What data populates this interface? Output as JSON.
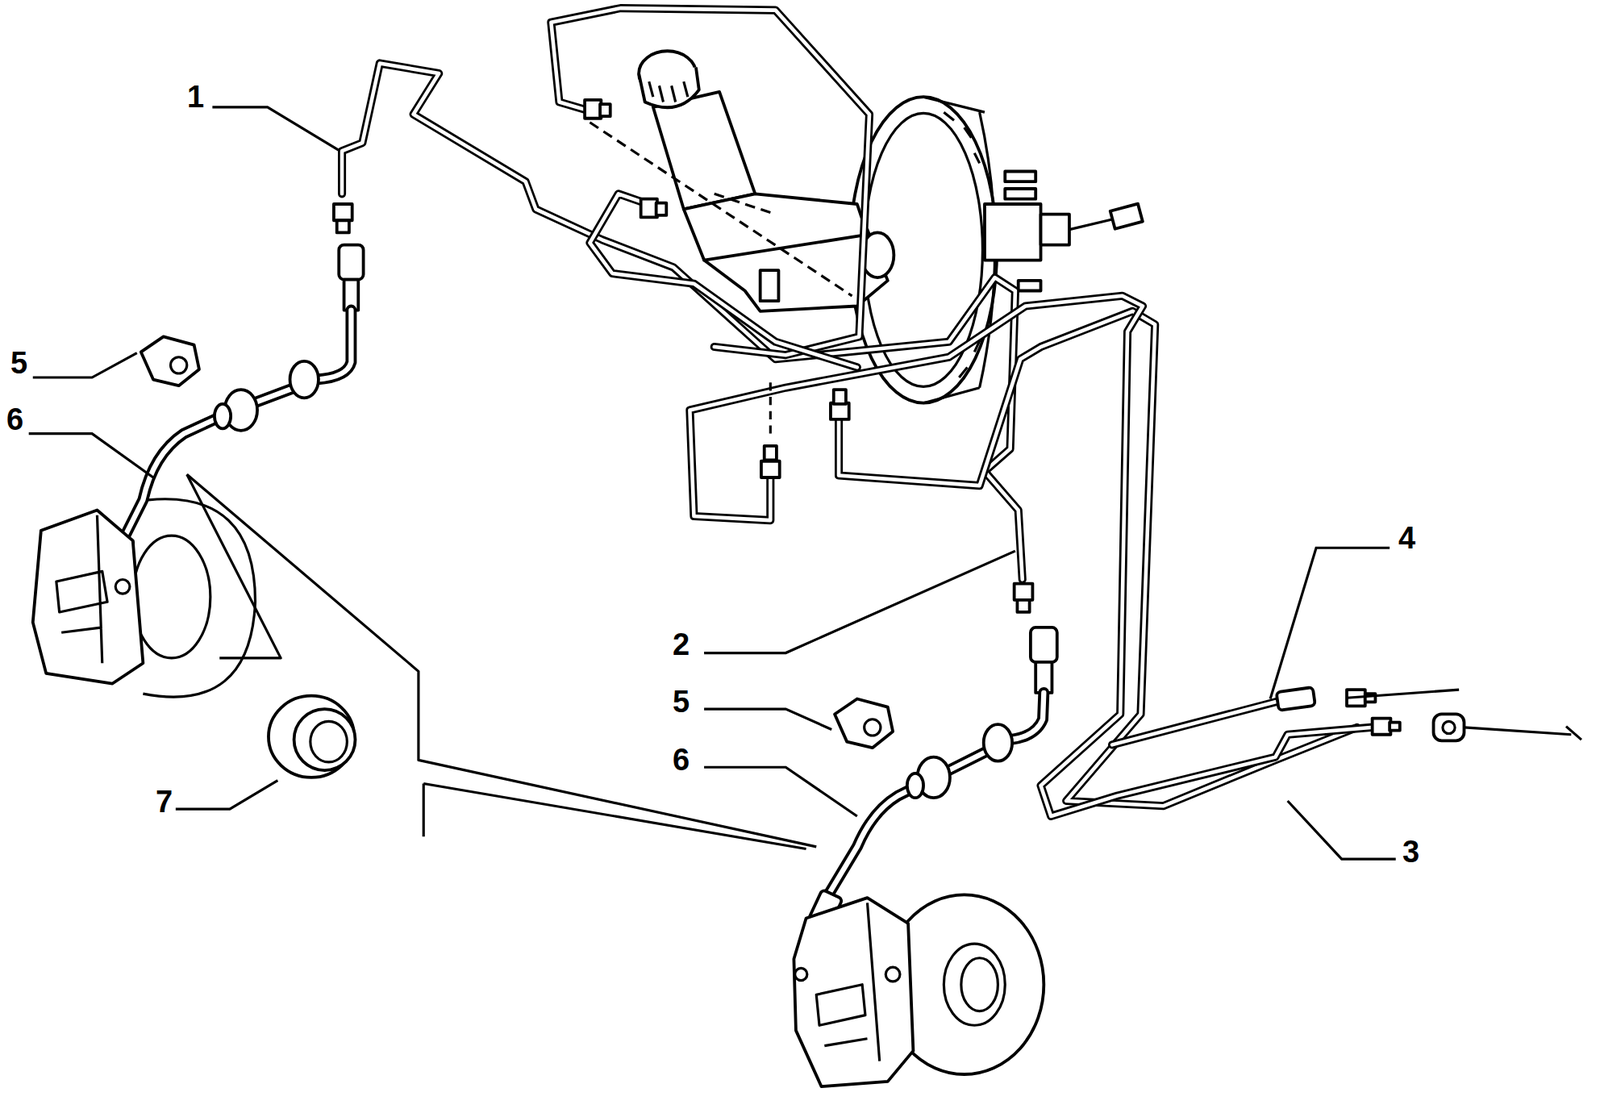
{
  "diagram": {
    "labels": [
      "1",
      "5",
      "6",
      "7",
      "2",
      "5",
      "6",
      "4",
      "3"
    ]
  }
}
